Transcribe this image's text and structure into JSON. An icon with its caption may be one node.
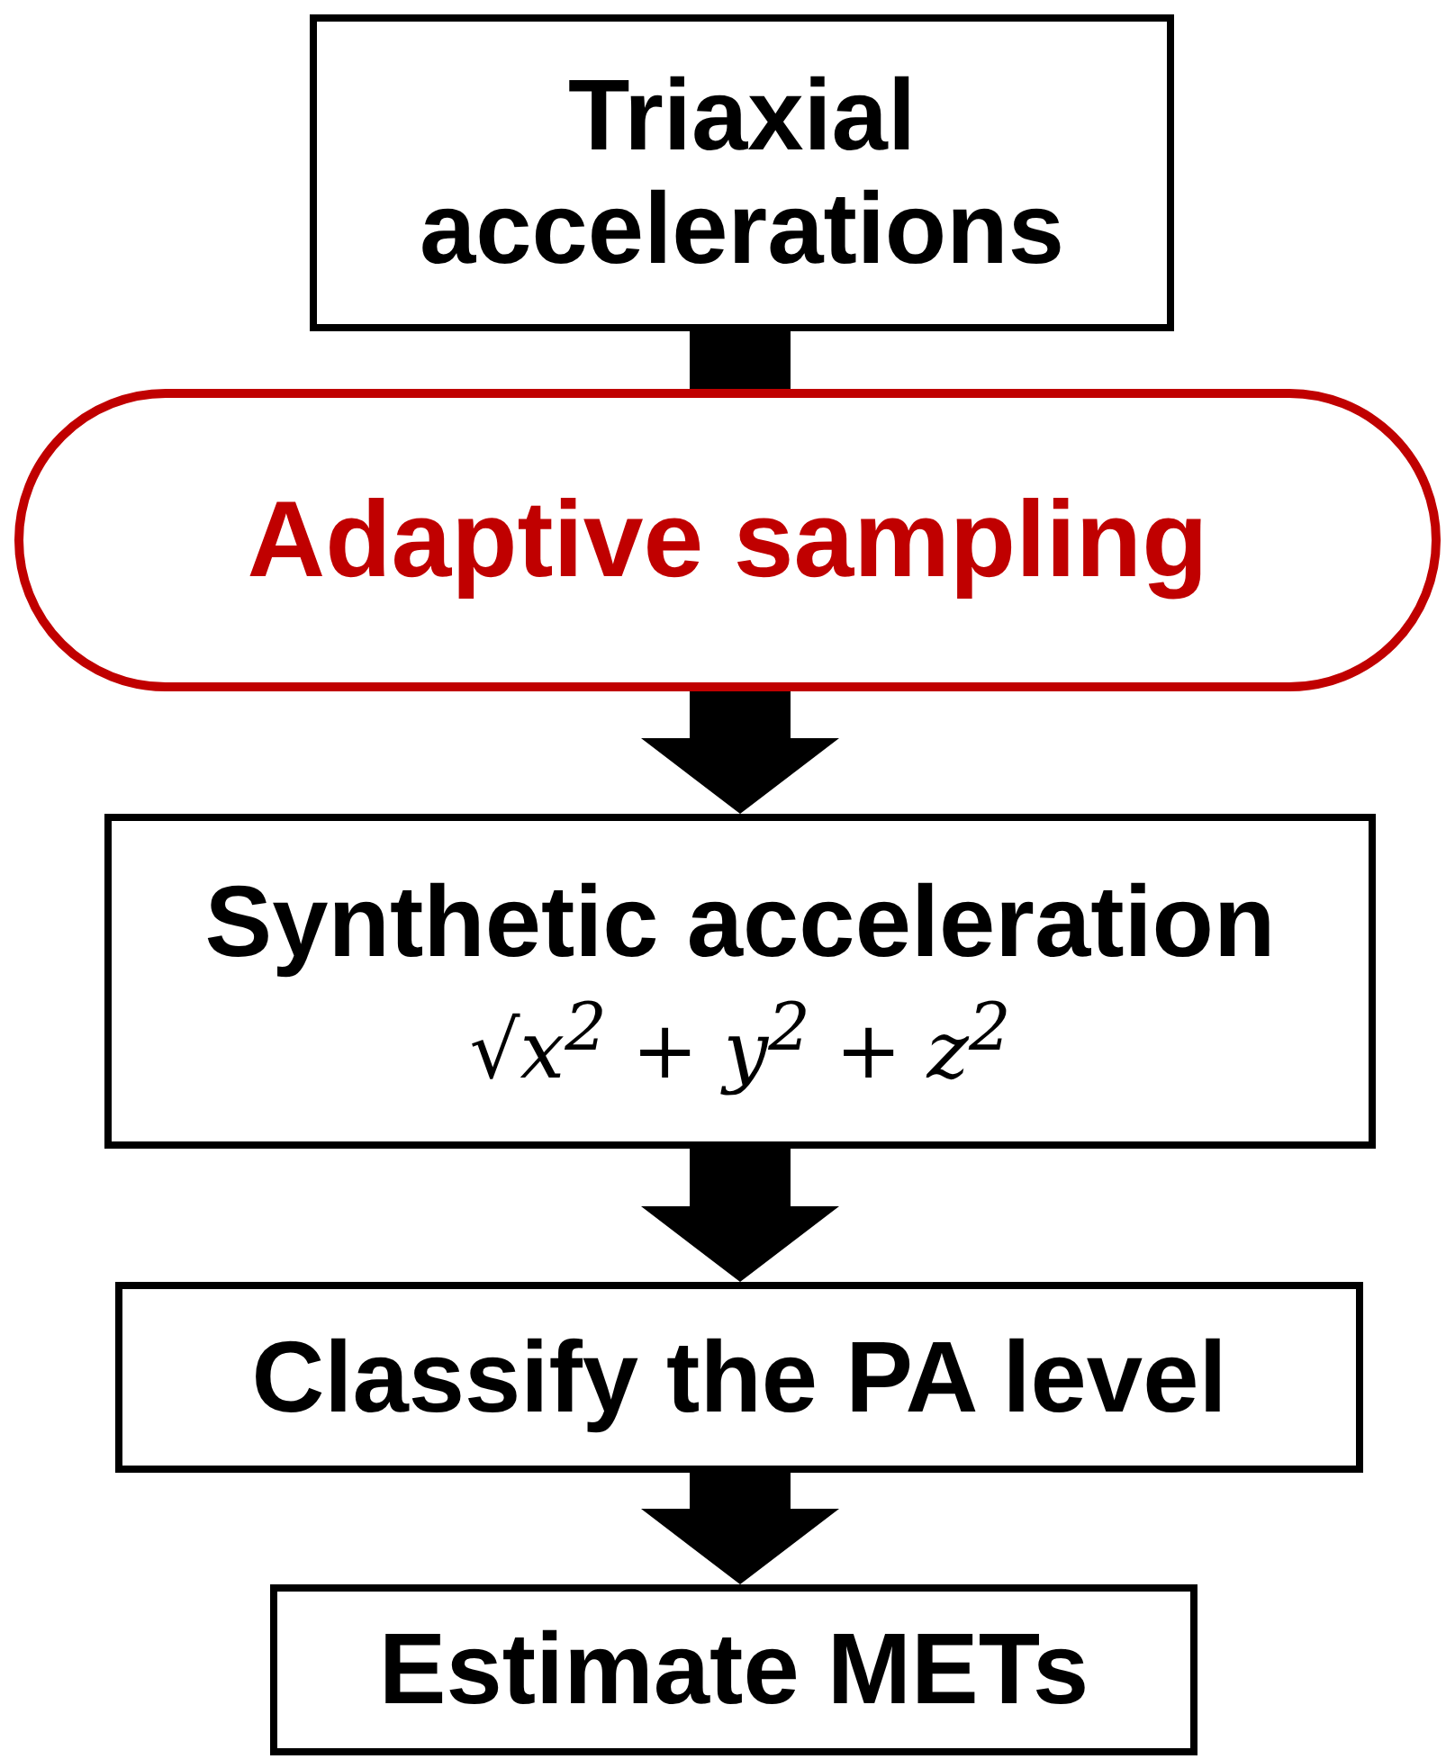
{
  "diagram": {
    "nodes": [
      {
        "text": [
          "Triaxial accelerations"
        ]
      },
      {
        "text": [
          "Adaptive sampling"
        ]
      },
      {
        "text": [
          "Synthetic acceleration",
          "√x$^{2}$ + y$^{2}$ + z$^{2}$"
        ]
      },
      {
        "text": [
          "Classify the PA level"
        ]
      },
      {
        "text": [
          "Estimate METs"
        ]
      }
    ],
    "edges": [
      {
        "from": 0,
        "to": 1,
        "arrow": "none",
        "style": "thick"
      },
      {
        "from": 1,
        "to": 2,
        "arrow": "to",
        "style": "thick"
      },
      {
        "from": 2,
        "to": 3,
        "arrow": "to",
        "style": "thick"
      },
      {
        "from": 3,
        "to": 4,
        "arrow": "to",
        "style": "thick"
      }
    ]
  }
}
